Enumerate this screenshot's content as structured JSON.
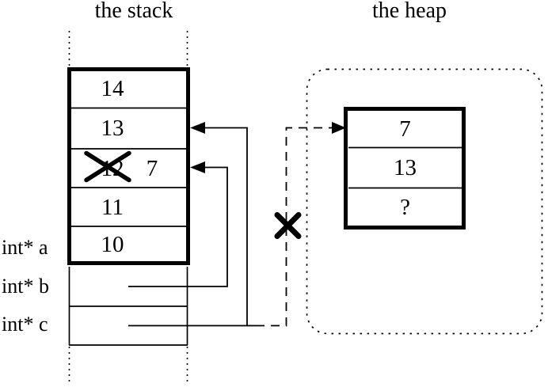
{
  "titles": {
    "stack": "the stack",
    "heap": "the heap"
  },
  "stack_box": {
    "rows": [
      {
        "value": "14"
      },
      {
        "value": "13"
      },
      {
        "value": "12",
        "crossed": true,
        "new_value": "7"
      },
      {
        "value": "11"
      },
      {
        "value": "10"
      }
    ]
  },
  "pointer_labels": [
    {
      "label": "int* a"
    },
    {
      "label": "int* b"
    },
    {
      "label": "int* c"
    }
  ],
  "heap_box": {
    "rows": [
      {
        "value": "7"
      },
      {
        "value": "13"
      },
      {
        "value": "?"
      }
    ]
  },
  "annotations": {
    "stack_cell_cross": "x-cross-out",
    "dangling_pointer_cross": "x-cross-out"
  },
  "colors": {
    "ink": "#000000",
    "background": "#ffffff"
  }
}
